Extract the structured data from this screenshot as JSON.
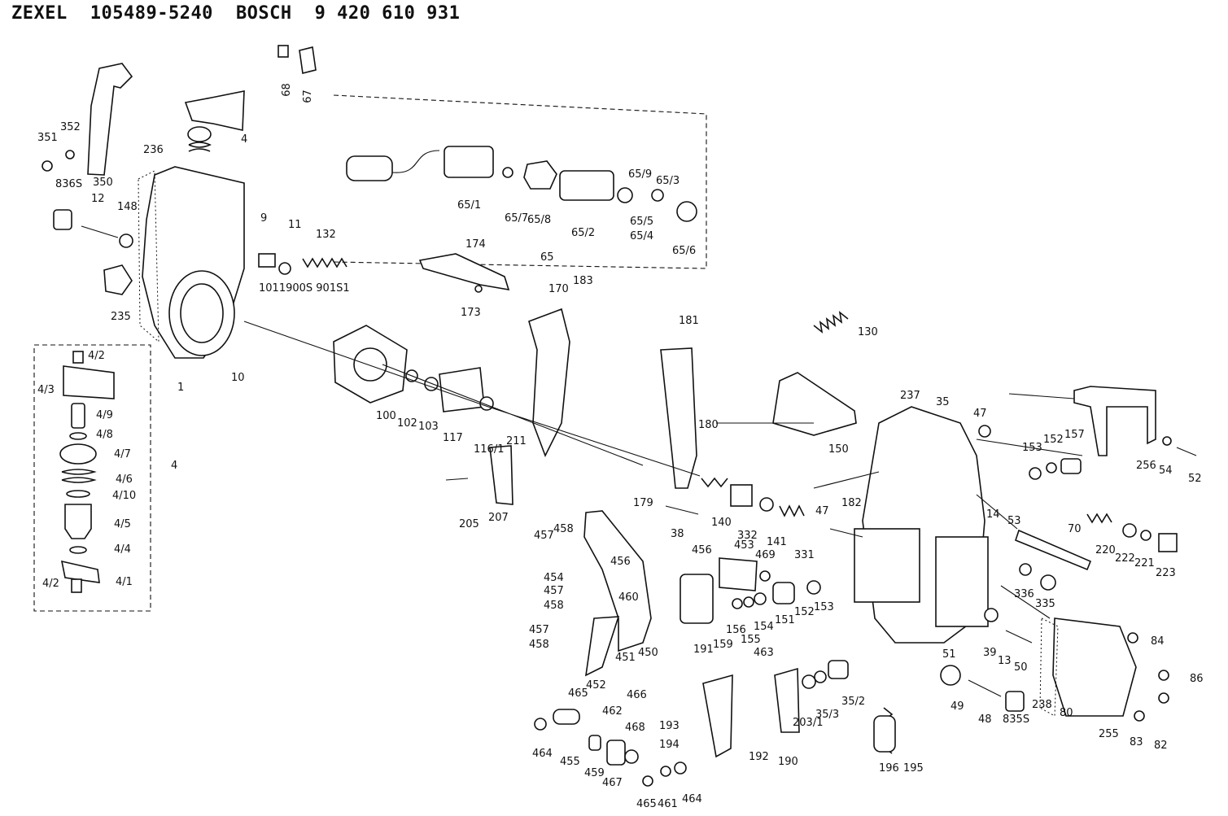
{
  "header": {
    "brand1": "ZEXEL",
    "code1": "105489-5240",
    "brand2": "BOSCH",
    "code2": "9 420 610 931"
  },
  "labels": [
    {
      "id": "p68",
      "text": "68"
    },
    {
      "id": "p67",
      "text": "67"
    },
    {
      "id": "p351",
      "text": "351"
    },
    {
      "id": "p352",
      "text": "352"
    },
    {
      "id": "p350",
      "text": "350"
    },
    {
      "id": "p4top",
      "text": "4"
    },
    {
      "id": "p236",
      "text": "236"
    },
    {
      "id": "p836s",
      "text": "836S"
    },
    {
      "id": "p12",
      "text": "12"
    },
    {
      "id": "p148",
      "text": "148"
    },
    {
      "id": "p235",
      "text": "235"
    },
    {
      "id": "p9",
      "text": "9"
    },
    {
      "id": "p11",
      "text": "11"
    },
    {
      "id": "p132",
      "text": "132"
    },
    {
      "id": "p1011",
      "text": "1011900S 901S1"
    },
    {
      "id": "p10",
      "text": "10"
    },
    {
      "id": "p1",
      "text": "1"
    },
    {
      "id": "p65_1",
      "text": "65/1"
    },
    {
      "id": "p65_7",
      "text": "65/7"
    },
    {
      "id": "p65_8",
      "text": "65/8"
    },
    {
      "id": "p65_2",
      "text": "65/2"
    },
    {
      "id": "p65_9",
      "text": "65/9"
    },
    {
      "id": "p65_3",
      "text": "65/3"
    },
    {
      "id": "p65_5",
      "text": "65/5"
    },
    {
      "id": "p65_4",
      "text": "65/4"
    },
    {
      "id": "p65_6",
      "text": "65/6"
    },
    {
      "id": "p65",
      "text": "65"
    },
    {
      "id": "p4_2a",
      "text": "4/2"
    },
    {
      "id": "p4_3",
      "text": "4/3"
    },
    {
      "id": "p4_9",
      "text": "4/9"
    },
    {
      "id": "p4_8",
      "text": "4/8"
    },
    {
      "id": "p4_7",
      "text": "4/7"
    },
    {
      "id": "p4_6",
      "text": "4/6"
    },
    {
      "id": "p4_10",
      "text": "4/10"
    },
    {
      "id": "p4_5",
      "text": "4/5"
    },
    {
      "id": "p4_4",
      "text": "4/4"
    },
    {
      "id": "p4_2b",
      "text": "4/2"
    },
    {
      "id": "p4_1",
      "text": "4/1"
    },
    {
      "id": "p4box",
      "text": "4"
    },
    {
      "id": "p174",
      "text": "174"
    },
    {
      "id": "p173",
      "text": "173"
    },
    {
      "id": "p170",
      "text": "170"
    },
    {
      "id": "p183",
      "text": "183"
    },
    {
      "id": "p100",
      "text": "100"
    },
    {
      "id": "p102",
      "text": "102"
    },
    {
      "id": "p103",
      "text": "103"
    },
    {
      "id": "p117",
      "text": "117"
    },
    {
      "id": "p116_1",
      "text": "116/1"
    },
    {
      "id": "p211",
      "text": "211"
    },
    {
      "id": "p205",
      "text": "205"
    },
    {
      "id": "p207",
      "text": "207"
    },
    {
      "id": "p181",
      "text": "181"
    },
    {
      "id": "p180",
      "text": "180"
    },
    {
      "id": "p179",
      "text": "179"
    },
    {
      "id": "p38",
      "text": "38"
    },
    {
      "id": "p140",
      "text": "140"
    },
    {
      "id": "p332",
      "text": "332"
    },
    {
      "id": "p141",
      "text": "141"
    },
    {
      "id": "p331",
      "text": "331"
    },
    {
      "id": "p47a",
      "text": "47"
    },
    {
      "id": "p130",
      "text": "130"
    },
    {
      "id": "p150",
      "text": "150"
    },
    {
      "id": "p182",
      "text": "182"
    },
    {
      "id": "p237",
      "text": "237"
    },
    {
      "id": "p35",
      "text": "35"
    },
    {
      "id": "p47b",
      "text": "47"
    },
    {
      "id": "p153a",
      "text": "153"
    },
    {
      "id": "p152a",
      "text": "152"
    },
    {
      "id": "p157",
      "text": "157"
    },
    {
      "id": "p256",
      "text": "256"
    },
    {
      "id": "p54",
      "text": "54"
    },
    {
      "id": "p52",
      "text": "52"
    },
    {
      "id": "p14",
      "text": "14"
    },
    {
      "id": "p53",
      "text": "53"
    },
    {
      "id": "p70",
      "text": "70"
    },
    {
      "id": "p220",
      "text": "220"
    },
    {
      "id": "p222",
      "text": "222"
    },
    {
      "id": "p221",
      "text": "221"
    },
    {
      "id": "p223",
      "text": "223"
    },
    {
      "id": "p336",
      "text": "336"
    },
    {
      "id": "p335",
      "text": "335"
    },
    {
      "id": "p457a",
      "text": "457"
    },
    {
      "id": "p458a",
      "text": "458"
    },
    {
      "id": "p456a",
      "text": "456"
    },
    {
      "id": "p454",
      "text": "454"
    },
    {
      "id": "p457b",
      "text": "457"
    },
    {
      "id": "p458b",
      "text": "458"
    },
    {
      "id": "p460",
      "text": "460"
    },
    {
      "id": "p457c",
      "text": "457"
    },
    {
      "id": "p458c",
      "text": "458"
    },
    {
      "id": "p451",
      "text": "451"
    },
    {
      "id": "p450",
      "text": "450"
    },
    {
      "id": "p452",
      "text": "452"
    },
    {
      "id": "p465a",
      "text": "465"
    },
    {
      "id": "p466",
      "text": "466"
    },
    {
      "id": "p456b",
      "text": "456"
    },
    {
      "id": "p453",
      "text": "453"
    },
    {
      "id": "p469",
      "text": "469"
    },
    {
      "id": "p191",
      "text": "191"
    },
    {
      "id": "p159",
      "text": "159"
    },
    {
      "id": "p156",
      "text": "156"
    },
    {
      "id": "p155",
      "text": "155"
    },
    {
      "id": "p154",
      "text": "154"
    },
    {
      "id": "p151",
      "text": "151"
    },
    {
      "id": "p152b",
      "text": "152"
    },
    {
      "id": "p153b",
      "text": "153"
    },
    {
      "id": "p51",
      "text": "51"
    },
    {
      "id": "p39",
      "text": "39"
    },
    {
      "id": "p13",
      "text": "13"
    },
    {
      "id": "p50",
      "text": "50"
    },
    {
      "id": "p84",
      "text": "84"
    },
    {
      "id": "p86",
      "text": "86"
    },
    {
      "id": "p238",
      "text": "238"
    },
    {
      "id": "p80",
      "text": "80"
    },
    {
      "id": "p255",
      "text": "255"
    },
    {
      "id": "p83",
      "text": "83"
    },
    {
      "id": "p82",
      "text": "82"
    },
    {
      "id": "p49",
      "text": "49"
    },
    {
      "id": "p48",
      "text": "48"
    },
    {
      "id": "p835s",
      "text": "835S"
    },
    {
      "id": "p463",
      "text": "463"
    },
    {
      "id": "p462",
      "text": "462"
    },
    {
      "id": "p193",
      "text": "193"
    },
    {
      "id": "p194",
      "text": "194"
    },
    {
      "id": "p192",
      "text": "192"
    },
    {
      "id": "p190",
      "text": "190"
    },
    {
      "id": "p203_1",
      "text": "203/1"
    },
    {
      "id": "p35_3",
      "text": "35/3"
    },
    {
      "id": "p35_2",
      "text": "35/2"
    },
    {
      "id": "p196",
      "text": "196"
    },
    {
      "id": "p195",
      "text": "195"
    },
    {
      "id": "p464a",
      "text": "464"
    },
    {
      "id": "p455",
      "text": "455"
    },
    {
      "id": "p459",
      "text": "459"
    },
    {
      "id": "p468",
      "text": "468"
    },
    {
      "id": "p467",
      "text": "467"
    },
    {
      "id": "p465b",
      "text": "465"
    },
    {
      "id": "p461",
      "text": "461"
    },
    {
      "id": "p464b",
      "text": "464"
    }
  ]
}
